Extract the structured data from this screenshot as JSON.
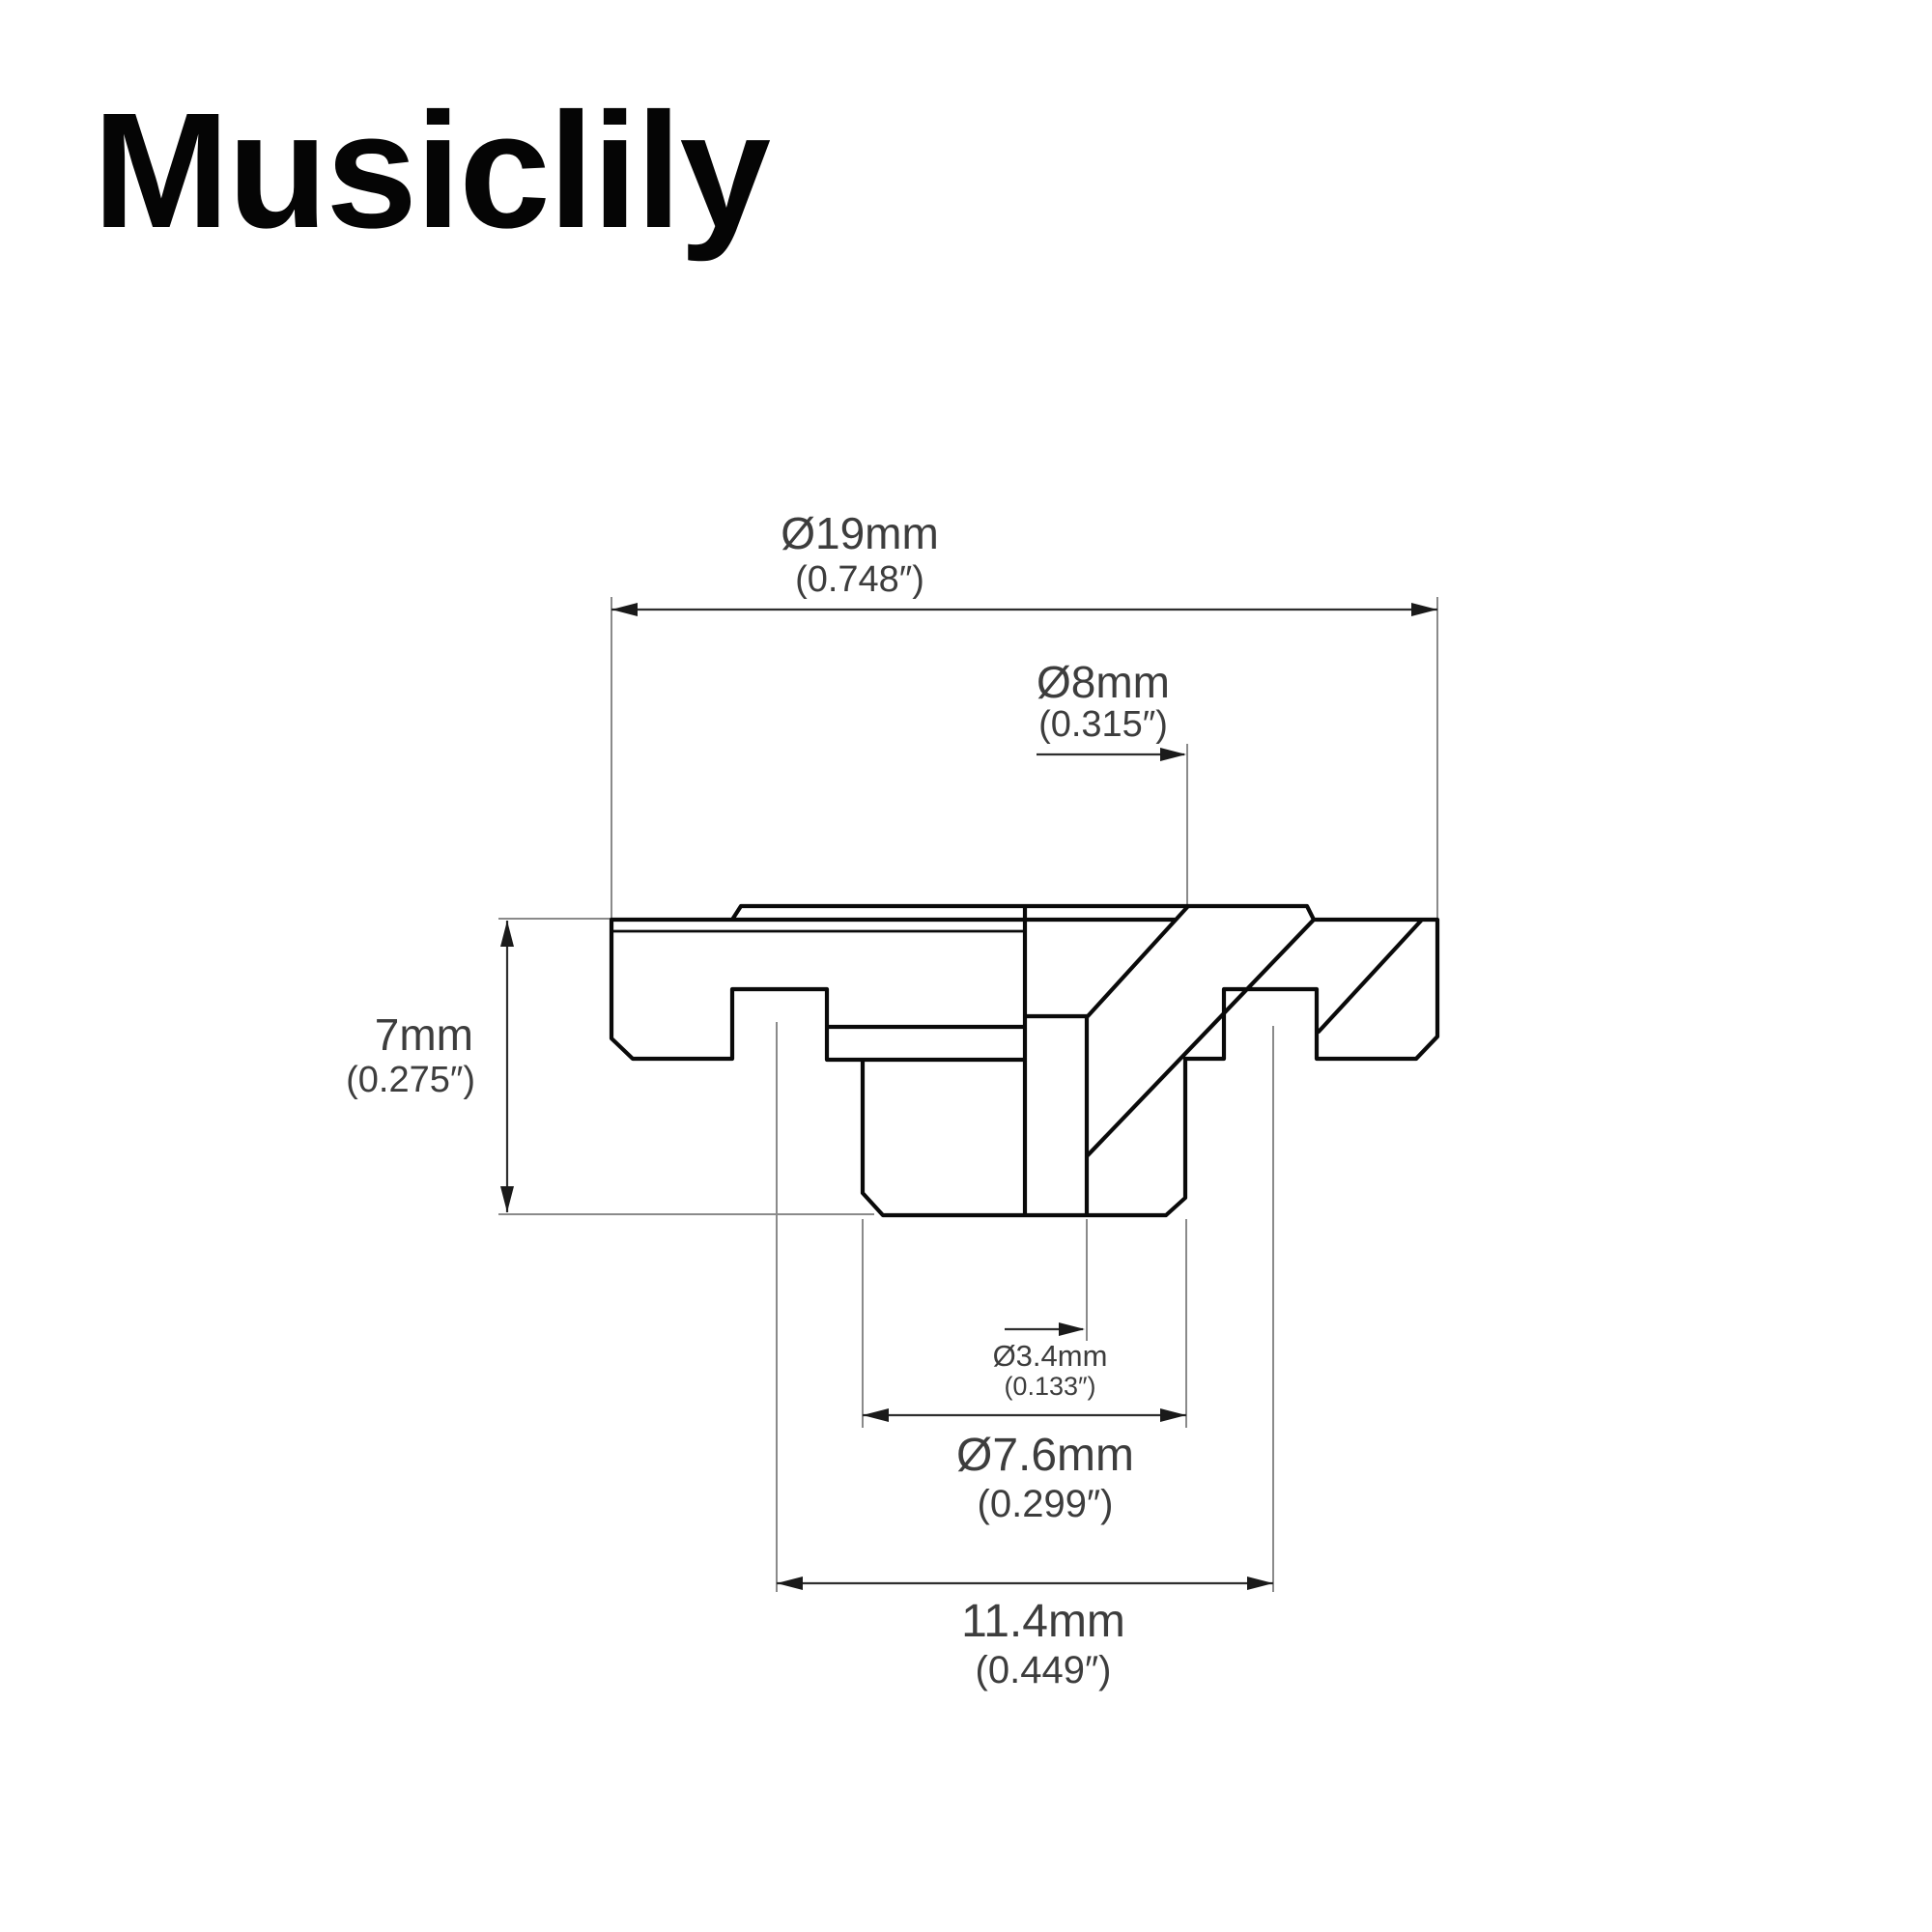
{
  "logo": {
    "text": "Musiclily"
  },
  "drawing": {
    "type": "technical-dimension-diagram",
    "part": "guitar knob / button cross-section",
    "colors": {
      "background": "#ffffff",
      "part_line": "#0a0a0a",
      "dimension_line": "#2e2e2e",
      "extension_line": "#8a8a8a",
      "text": "#3d3d3d",
      "logo_text": "#050505"
    },
    "dims": {
      "d19": {
        "mm": "Ø19mm",
        "in": "(0.748″)",
        "value_mm": 19,
        "value_in": 0.748
      },
      "d8": {
        "mm": "Ø8mm",
        "in": "(0.315″)",
        "value_mm": 8,
        "value_in": 0.315
      },
      "h7": {
        "mm": "7mm",
        "in": "(0.275″)",
        "value_mm": 7,
        "value_in": 0.275
      },
      "d34": {
        "mm": "Ø3.4mm",
        "in": "(0.133″)",
        "value_mm": 3.4,
        "value_in": 0.133
      },
      "d76": {
        "mm": "Ø7.6mm",
        "in": "(0.299″)",
        "value_mm": 7.6,
        "value_in": 0.299
      },
      "w114": {
        "mm": "11.4mm",
        "in": "(0.449″)",
        "value_mm": 11.4,
        "value_in": 0.449
      }
    }
  }
}
